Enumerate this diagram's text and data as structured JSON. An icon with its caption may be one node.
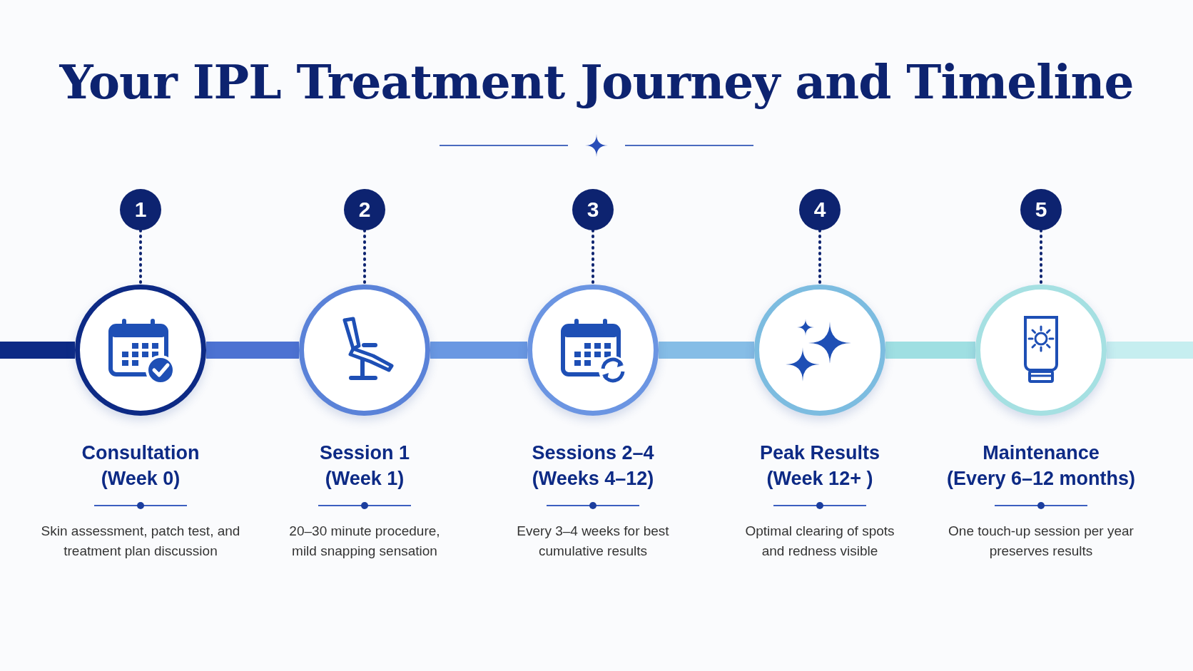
{
  "diagram": {
    "title": "Your IPL Treatment Journey and Timeline",
    "nodes": [
      {
        "text": [
          "1"
        ]
      },
      {
        "text": [
          "Consultation",
          "(Week 0)",
          "Skin assessment, patch test, and treatment plan discussion"
        ]
      },
      {
        "text": [
          "2"
        ]
      },
      {
        "text": [
          "Session 1",
          "(Week 1)",
          "20–30 minute procedure, mild snapping sensation"
        ]
      },
      {
        "text": [
          "3"
        ]
      },
      {
        "text": [
          "Sessions 2–4",
          "(Weeks 4–12)",
          "Every 3–4 weeks for best cumulative results"
        ]
      },
      {
        "text": [
          "4"
        ]
      },
      {
        "text": [
          "Peak Results",
          "(Week 12+ )",
          "Optimal clearing of spots and redness visible"
        ]
      },
      {
        "text": [
          "5"
        ]
      },
      {
        "text": [
          "Maintenance",
          "(Every 6–12 months)",
          "One touch-up session per year preserves results"
        ]
      }
    ],
    "edges": [
      {
        "from": 0,
        "to": 1,
        "arrow": "none",
        "style": "dashed",
        "color": "#0d2370"
      },
      {
        "from": 2,
        "to": 3,
        "arrow": "none",
        "style": "dashed",
        "color": "#0d2370"
      },
      {
        "from": 4,
        "to": 5,
        "arrow": "none",
        "style": "dashed",
        "color": "#0d2370"
      },
      {
        "from": 6,
        "to": 7,
        "arrow": "none",
        "style": "dashed",
        "color": "#0d2370"
      },
      {
        "from": 8,
        "to": 9,
        "arrow": "none",
        "style": "dashed",
        "color": "#0d2370"
      },
      {
        "from": null,
        "to": 1,
        "arrow": "none",
        "color": "#0d2a85"
      },
      {
        "from": 1,
        "to": 3,
        "arrow": "none",
        "color": "#4d72d2"
      },
      {
        "from": 3,
        "to": 5,
        "arrow": "none",
        "color": "#6a98e2"
      },
      {
        "from": 5,
        "to": 7,
        "arrow": "none",
        "color": "#86bde6"
      },
      {
        "from": 7,
        "to": 9,
        "arrow": "none",
        "color": "#9fdfe2"
      },
      {
        "from": 9,
        "to": null,
        "arrow": "none",
        "color": "#c6eef0"
      }
    ]
  }
}
